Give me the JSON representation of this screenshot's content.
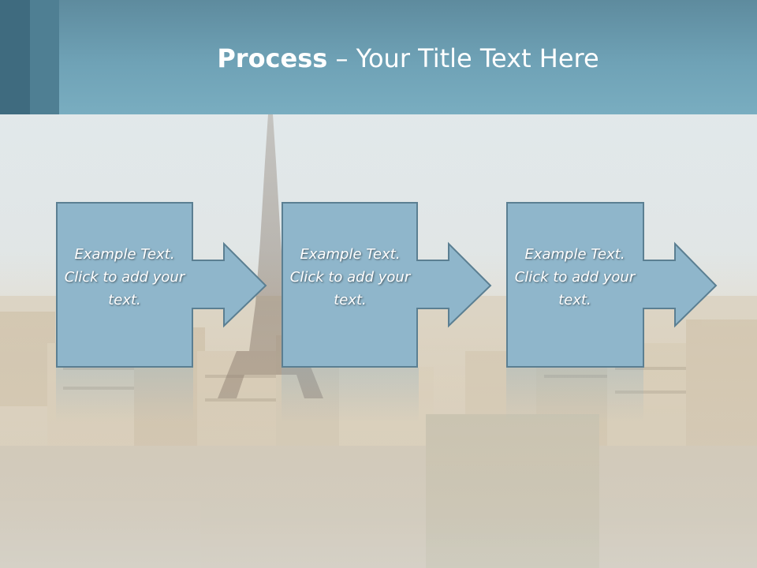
{
  "slide": {
    "title_bold": "Process",
    "title_rest": " – Your Title Text Here"
  },
  "steps": [
    {
      "text": "Example Text. Click  to add your text."
    },
    {
      "text": "Example Text. Click  to add your text."
    },
    {
      "text": "Example Text. Click  to add your text."
    }
  ],
  "colors": {
    "header": "#6fa2b6",
    "header_stripe_dark": "#3f6b7f",
    "header_stripe_mid": "#4f7f93",
    "step_fill": "#8fb6cb",
    "step_border": "#5b7f92",
    "title_text": "#ffffff"
  }
}
